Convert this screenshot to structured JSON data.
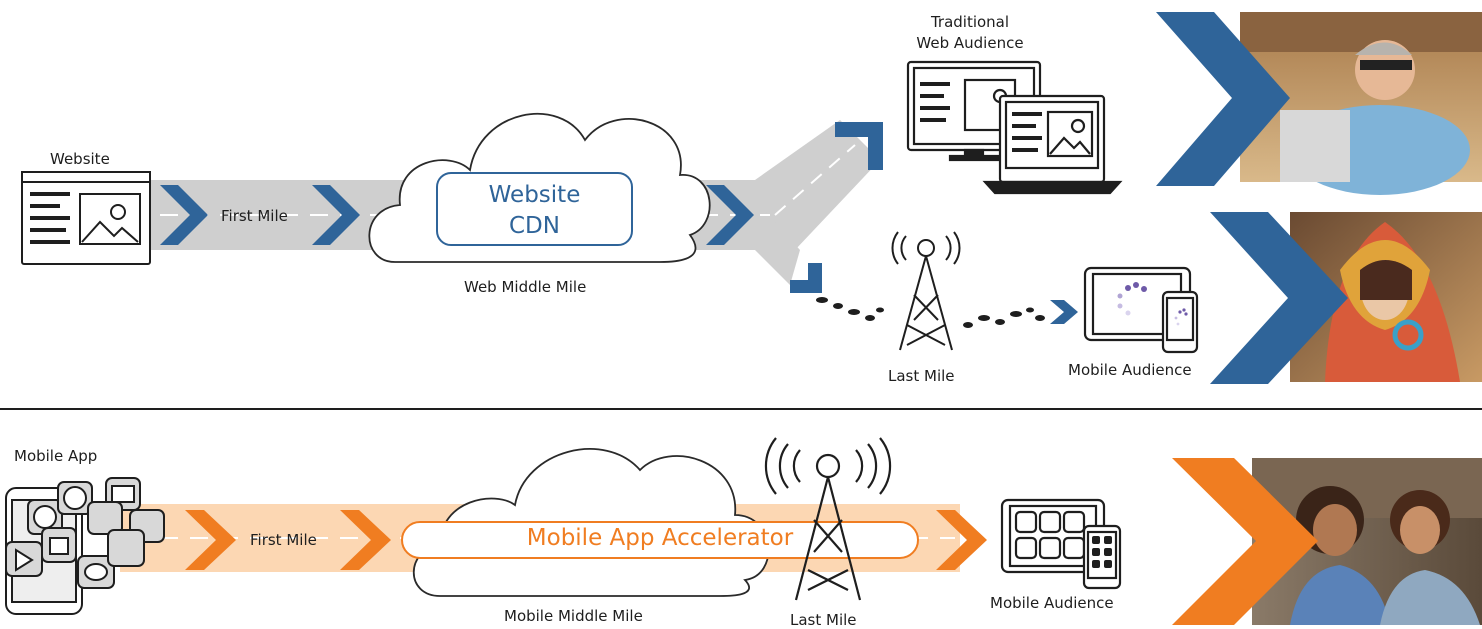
{
  "colors": {
    "blue": "#2f6499",
    "orange": "#f07d21",
    "road_gray": "#cfcfcf",
    "road_orange": "#fcd7b3",
    "dark": "#222222"
  },
  "web": {
    "source_label": "Website",
    "first_mile_label": "First Mile",
    "cdn_label_line1": "Website",
    "cdn_label_line2": "CDN",
    "middle_mile_label": "Web Middle Mile",
    "desktop_label_line1": "Traditional",
    "desktop_label_line2": "Web Audience",
    "last_mile_label": "Last Mile",
    "mobile_label": "Mobile Audience"
  },
  "mobile": {
    "source_label": "Mobile App",
    "first_mile_label": "First Mile",
    "accelerator_label": "Mobile App Accelerator",
    "middle_mile_label": "Mobile Middle Mile",
    "last_mile_label": "Last Mile",
    "audience_label": "Mobile Audience"
  },
  "icons": {
    "website": "webpage-icon",
    "desktop": "desktop-and-laptop-icon",
    "tower": "cell-tower-icon",
    "tablet": "tablet-and-phone-icon",
    "apps": "app-icons-cluster-icon"
  }
}
